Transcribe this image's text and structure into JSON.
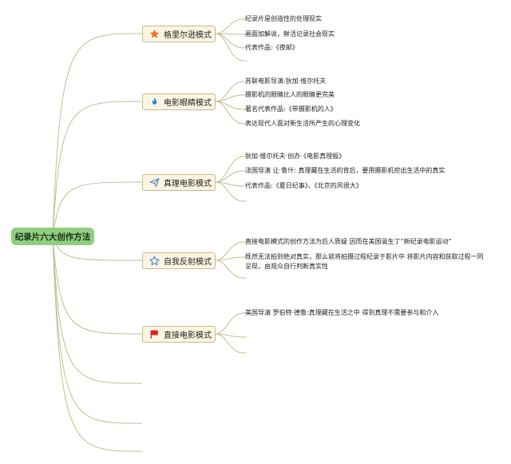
{
  "root": {
    "label": "纪录片六大创作方法"
  },
  "topics": [
    {
      "label": "格里尔逊模式",
      "icon": "star-icon",
      "items": [
        "纪录片是创造性的处理现实",
        "画面加解说，鲜活记录社会现实",
        "代表作品:《夜邮》"
      ]
    },
    {
      "label": "电影眼睛模式",
      "icon": "flame-icon",
      "items": [
        "苏联电影导演:狄加·维尔托夫",
        "摄影机的眼睛比人的眼睛更完美",
        "著名代表作品:《带摄影机的人》",
        "表达现代人面对新生活所产生的心理变化"
      ]
    },
    {
      "label": "真理电影模式",
      "icon": "paper-plane-icon",
      "items": [
        "狄加·维尔托夫·创办《电影真理报》",
        "法国导演 让·鲁什: 真理藏在生活的背后，要用摄影机挖出生活中的真实",
        "代表作品:《夏日纪事》、《北京的风很大》"
      ]
    },
    {
      "label": "自我反射模式",
      "icon": "star-outline-icon",
      "items": [
        "直接电影模式的创作方法为后人质疑 因而在美国诞生了“新纪录电影运动”",
        "既然无法拍到绝对真实，那么就将拍摄过程纪录于影片中 将影片内容和获取过程一同呈现，由观众自行判断真实性"
      ]
    },
    {
      "label": "直接电影模式",
      "icon": "red-flag-icon",
      "items": [
        "美国导演 罗伯特·德鲁:真理藏在生活之中 得到真理不需要参与和介入"
      ]
    }
  ],
  "colors": {
    "line": "#bfbf8f",
    "root_bg": "#8ecf7f",
    "topic_bg": "#fbf5e1",
    "topic_border": "#c9b98c"
  }
}
